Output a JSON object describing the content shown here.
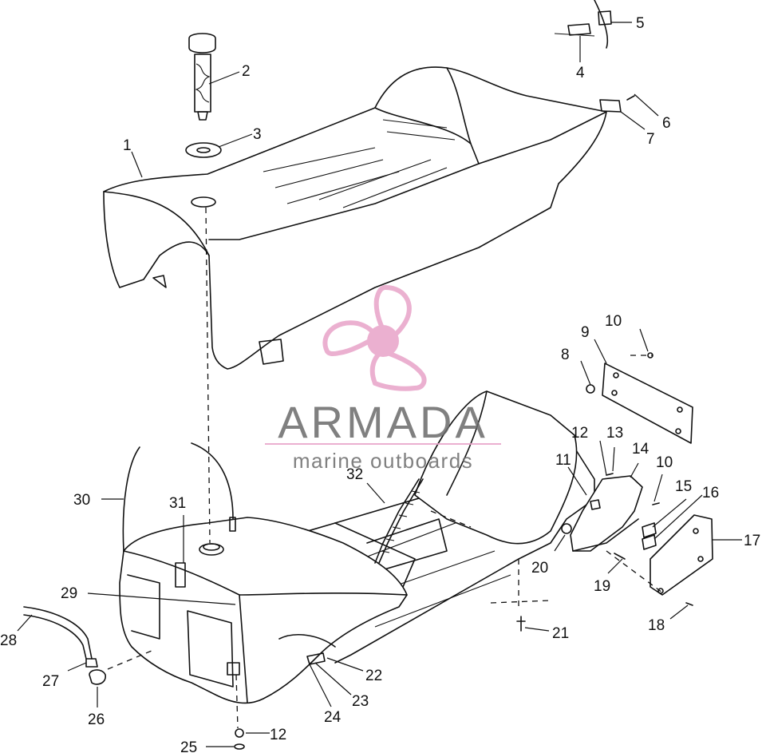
{
  "watermark": {
    "brand": "ARMADA",
    "tagline": "marine outboards",
    "logo_color": "#e8a3c8",
    "text_color": "#6a6a6a"
  },
  "callouts": [
    {
      "id": "c1",
      "label": "1"
    },
    {
      "id": "c2",
      "label": "2"
    },
    {
      "id": "c3",
      "label": "3"
    },
    {
      "id": "c4",
      "label": "4"
    },
    {
      "id": "c5",
      "label": "5"
    },
    {
      "id": "c6",
      "label": "6"
    },
    {
      "id": "c7",
      "label": "7"
    },
    {
      "id": "c8",
      "label": "8"
    },
    {
      "id": "c9",
      "label": "9"
    },
    {
      "id": "c10a",
      "label": "10"
    },
    {
      "id": "c10b",
      "label": "10"
    },
    {
      "id": "c11",
      "label": "11"
    },
    {
      "id": "c12a",
      "label": "12"
    },
    {
      "id": "c12b",
      "label": "12"
    },
    {
      "id": "c13",
      "label": "13"
    },
    {
      "id": "c14",
      "label": "14"
    },
    {
      "id": "c15",
      "label": "15"
    },
    {
      "id": "c16",
      "label": "16"
    },
    {
      "id": "c17",
      "label": "17"
    },
    {
      "id": "c18",
      "label": "18"
    },
    {
      "id": "c19",
      "label": "19"
    },
    {
      "id": "c20",
      "label": "20"
    },
    {
      "id": "c21",
      "label": "21"
    },
    {
      "id": "c22",
      "label": "22"
    },
    {
      "id": "c23",
      "label": "23"
    },
    {
      "id": "c24",
      "label": "24"
    },
    {
      "id": "c25",
      "label": "25"
    },
    {
      "id": "c26",
      "label": "26"
    },
    {
      "id": "c27",
      "label": "27"
    },
    {
      "id": "c28",
      "label": "28"
    },
    {
      "id": "c29",
      "label": "29"
    },
    {
      "id": "c30",
      "label": "30"
    },
    {
      "id": "c31",
      "label": "31"
    },
    {
      "id": "c32",
      "label": "32"
    }
  ]
}
